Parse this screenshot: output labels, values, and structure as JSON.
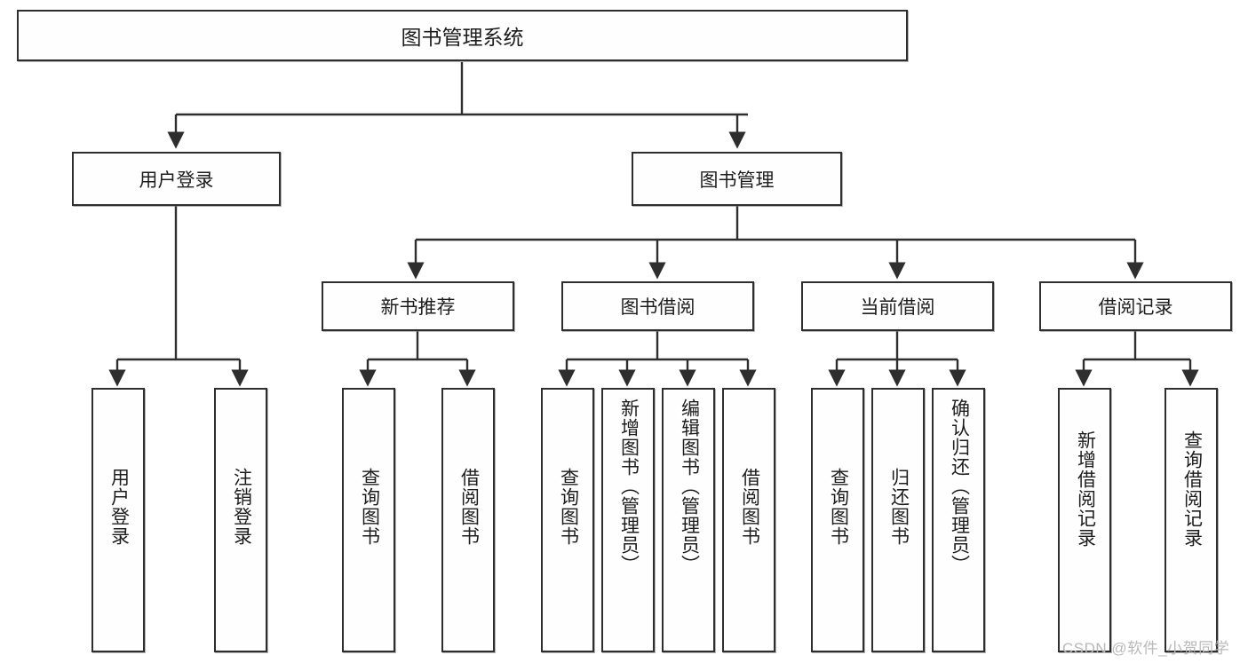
{
  "diagram": {
    "title": "图书管理系统",
    "type": "tree-hierarchy",
    "root": {
      "label": "图书管理系统"
    },
    "level1": [
      {
        "label": "用户登录"
      },
      {
        "label": "图书管理"
      }
    ],
    "level2": [
      {
        "label": "新书推荐"
      },
      {
        "label": "图书借阅"
      },
      {
        "label": "当前借阅"
      },
      {
        "label": "借阅记录"
      }
    ],
    "leaves": {
      "user_login": [
        {
          "label": "用户登录"
        },
        {
          "label": "注销登录"
        }
      ],
      "new_book_recommend": [
        {
          "label": "查询图书"
        },
        {
          "label": "借阅图书"
        }
      ],
      "book_borrow": [
        {
          "label": "查询图书"
        },
        {
          "label": "新增图书（管理员）"
        },
        {
          "label": "编辑图书（管理员）"
        },
        {
          "label": "借阅图书"
        }
      ],
      "current_borrow": [
        {
          "label": "查询图书"
        },
        {
          "label": "归还图书"
        },
        {
          "label": "确认归还（管理员）"
        }
      ],
      "borrow_record": [
        {
          "label": "新增借阅记录"
        },
        {
          "label": "查询借阅记录"
        }
      ]
    }
  },
  "watermark": {
    "text": "CSDN @软件_小贺同学"
  },
  "colors": {
    "border": "#2e2e2e",
    "text": "#1d1d1d",
    "background": "#ffffff",
    "watermark": "#b9b9b9"
  }
}
